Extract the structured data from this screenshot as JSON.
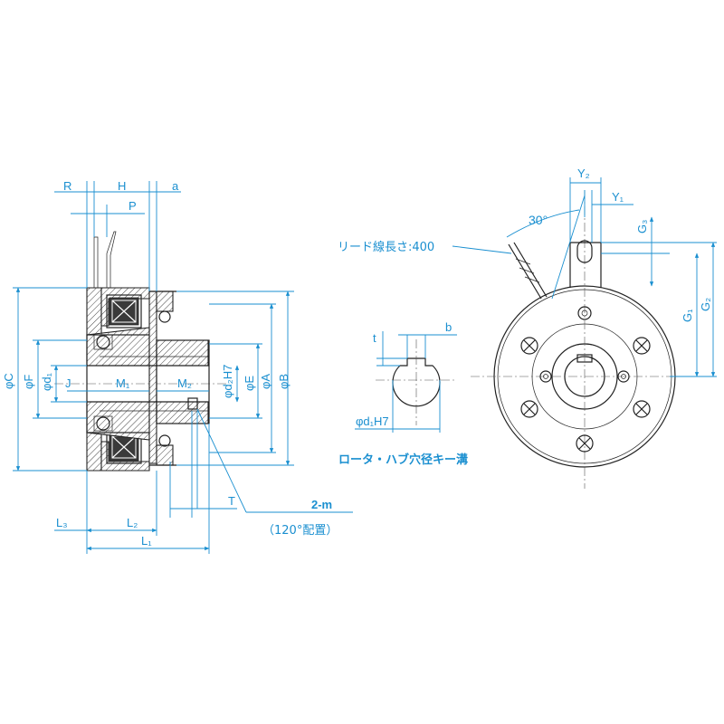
{
  "labels": {
    "R": "R",
    "H": "H",
    "a": "a",
    "P": "P",
    "phiC": "φC",
    "phiF": "φF",
    "phid1": "φd₁",
    "J": "J",
    "M1": "M₁",
    "M2": "M₂",
    "phid2H7": "φd₂H7",
    "phiE": "φE",
    "phiA": "φA",
    "phiB": "φB",
    "T": "T",
    "L3": "L₃",
    "L2": "L₂",
    "L1": "L₁",
    "m2": "2-m",
    "m2_note": "（120°配置）",
    "t": "t",
    "b": "b",
    "phid1H7": "φd₁H7",
    "keyway_caption": "ロータ・ハブ穴径キー溝",
    "lead_wire": "リード線長さ:400",
    "angle30": "30°",
    "Y2": "Y₂",
    "Y1": "Y₁",
    "G3": "G₃",
    "G1": "G₁",
    "G2": "G₂"
  },
  "colors": {
    "label": "#1a8fd0",
    "line": "#222222"
  }
}
